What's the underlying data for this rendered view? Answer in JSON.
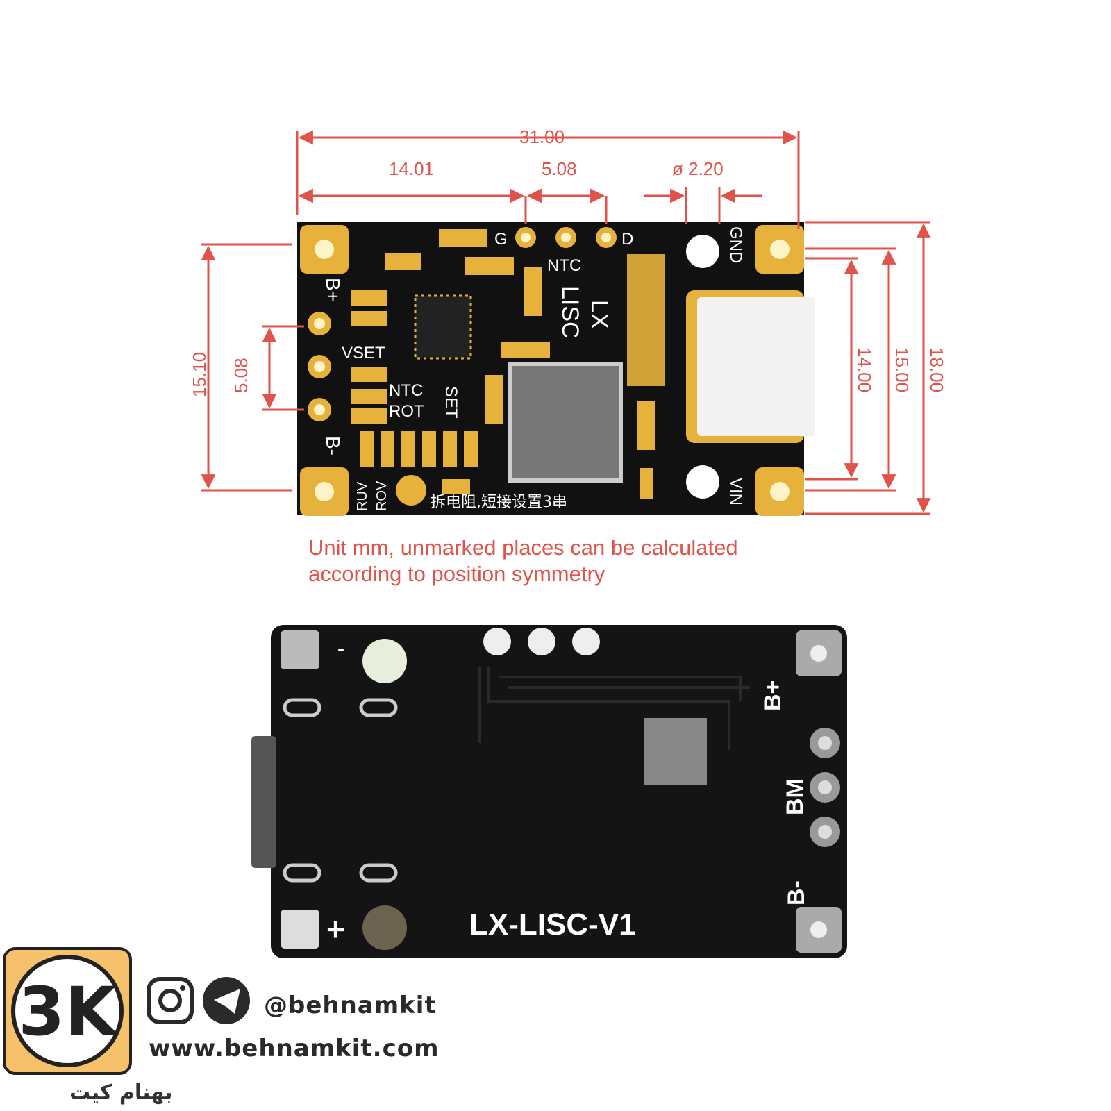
{
  "dimensions": {
    "overall_width": "31.00",
    "left_to_pin": "14.01",
    "pin_pitch": "5.08",
    "hole_diameter": "ø 2.20",
    "overall_height_left": "15.10",
    "left_pin_pitch": "5.08",
    "usb_height": "14.00",
    "inner_height": "15.00",
    "overall_height_right": "18.00"
  },
  "top_board": {
    "pin_labels": [
      "G",
      "NTC",
      "D"
    ],
    "model": [
      "LX",
      "LISC"
    ],
    "left_labels": [
      "B+",
      "VSET",
      "NTC",
      "ROT",
      "SET",
      "B-",
      "RUV",
      "ROV"
    ],
    "right_labels": [
      "GND",
      "VIN"
    ],
    "chinese_note": "拆电阻,短接设置3串"
  },
  "note_lines": [
    "Unit mm, unmarked places can be calculated",
    "according to position symmetry"
  ],
  "bottom_board": {
    "model": "LX-LISC-V1",
    "labels": [
      "B+",
      "BM",
      "B-"
    ],
    "minus_sign": "-",
    "plus_sign": "+"
  },
  "branding": {
    "logo_text": "3K",
    "handle": "@behnamkit",
    "website": "www.behnamkit.com",
    "brand_fa": "بهنام کیت"
  },
  "colors": {
    "dimension": "#e0524a",
    "board": "#111111",
    "pad_gold": "#e7b23c",
    "logo_bg": "#f6c16a"
  }
}
